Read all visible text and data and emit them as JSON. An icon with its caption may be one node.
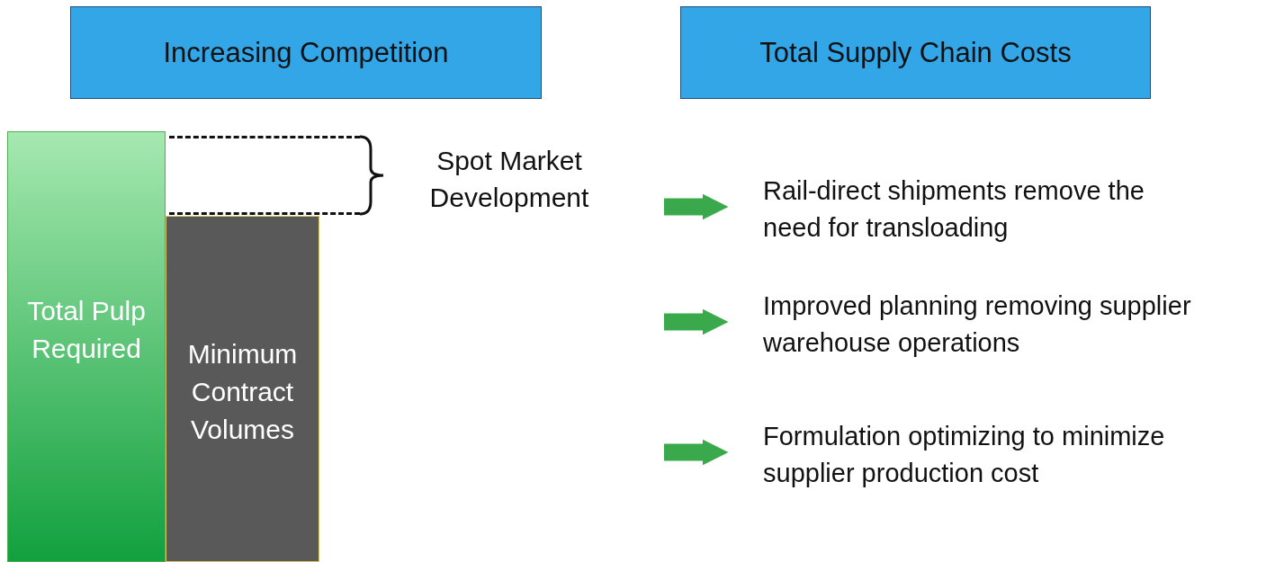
{
  "diagram": {
    "nodes": [
      {
        "text": [
          "Increasing Competition"
        ]
      },
      {
        "text": [
          "Total Supply Chain  Costs"
        ]
      },
      {
        "text": [
          "Total Pulp Required"
        ]
      },
      {
        "text": [
          "Minimum Contract Volumes"
        ]
      },
      {
        "text": [],
        "shape": "box",
        "beside": [
          "Spot Market Development"
        ]
      },
      {
        "text": [
          "Rail-direct shipments remove the need for transloading"
        ]
      },
      {
        "text": [
          "Improved planning removing supplier warehouse operations"
        ]
      },
      {
        "text": [
          "Formulation optimizing to minimize supplier production cost"
        ]
      }
    ],
    "edges": [
      {
        "from": null,
        "to": 5,
        "arrow": "to"
      },
      {
        "from": null,
        "to": 6,
        "arrow": "to"
      },
      {
        "from": null,
        "to": 7,
        "arrow": "to"
      }
    ]
  }
}
